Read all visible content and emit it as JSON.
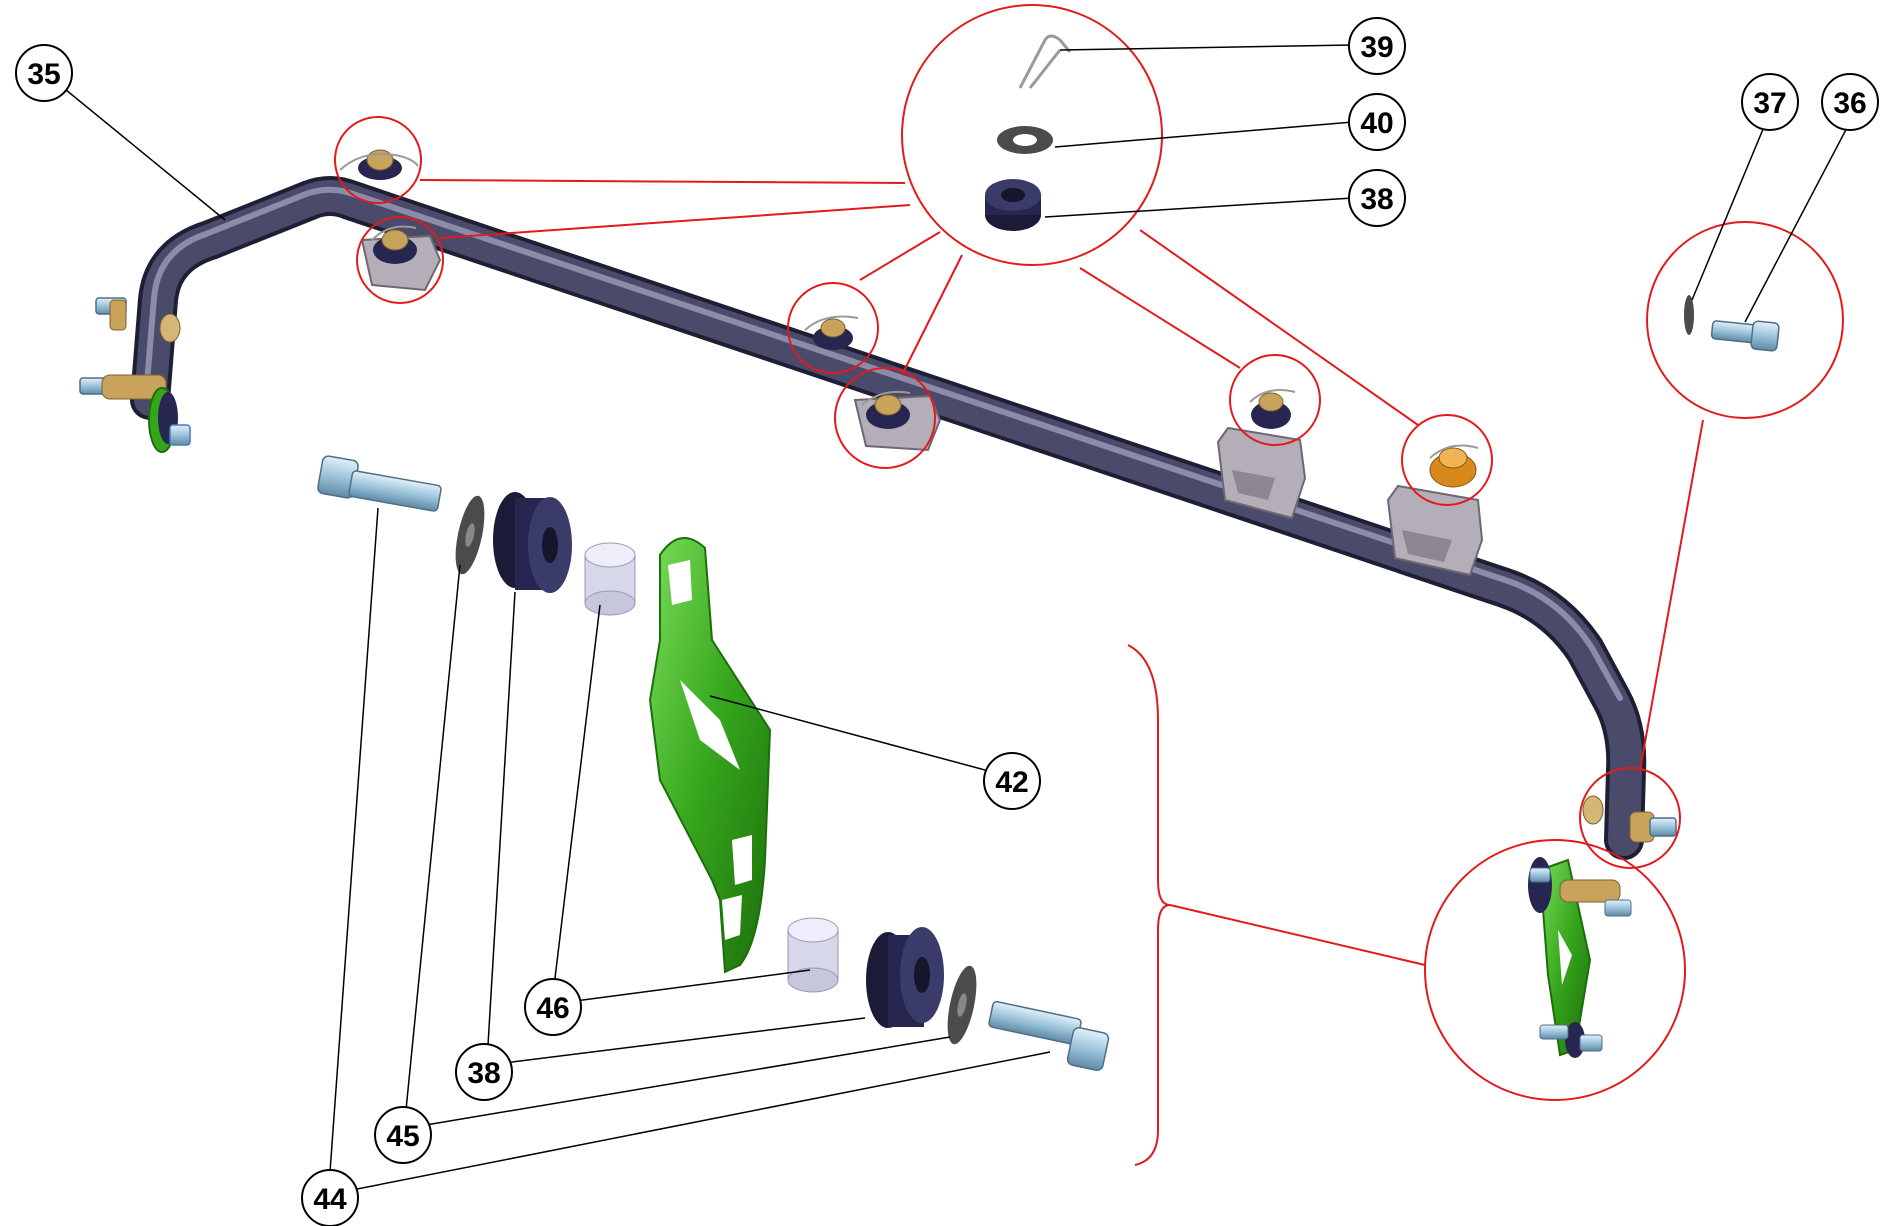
{
  "diagram": {
    "colors": {
      "leader": "#000000",
      "detail_ring": "#e31a1c",
      "bar": "#4a4a6a",
      "bracket": "#35a61c",
      "bushing": "#262650",
      "bolt": "#9cc3db",
      "spacer": "#d7d7ea",
      "washer": "#4b4b4b",
      "plate": "#b3aeb8",
      "nut": "#c9a35c"
    },
    "callouts": {
      "c35": "35",
      "c39": "39",
      "c40": "40",
      "c38a": "38",
      "c37": "37",
      "c36": "36",
      "c42": "42",
      "c46": "46",
      "c38b": "38",
      "c45": "45",
      "c44": "44"
    }
  }
}
